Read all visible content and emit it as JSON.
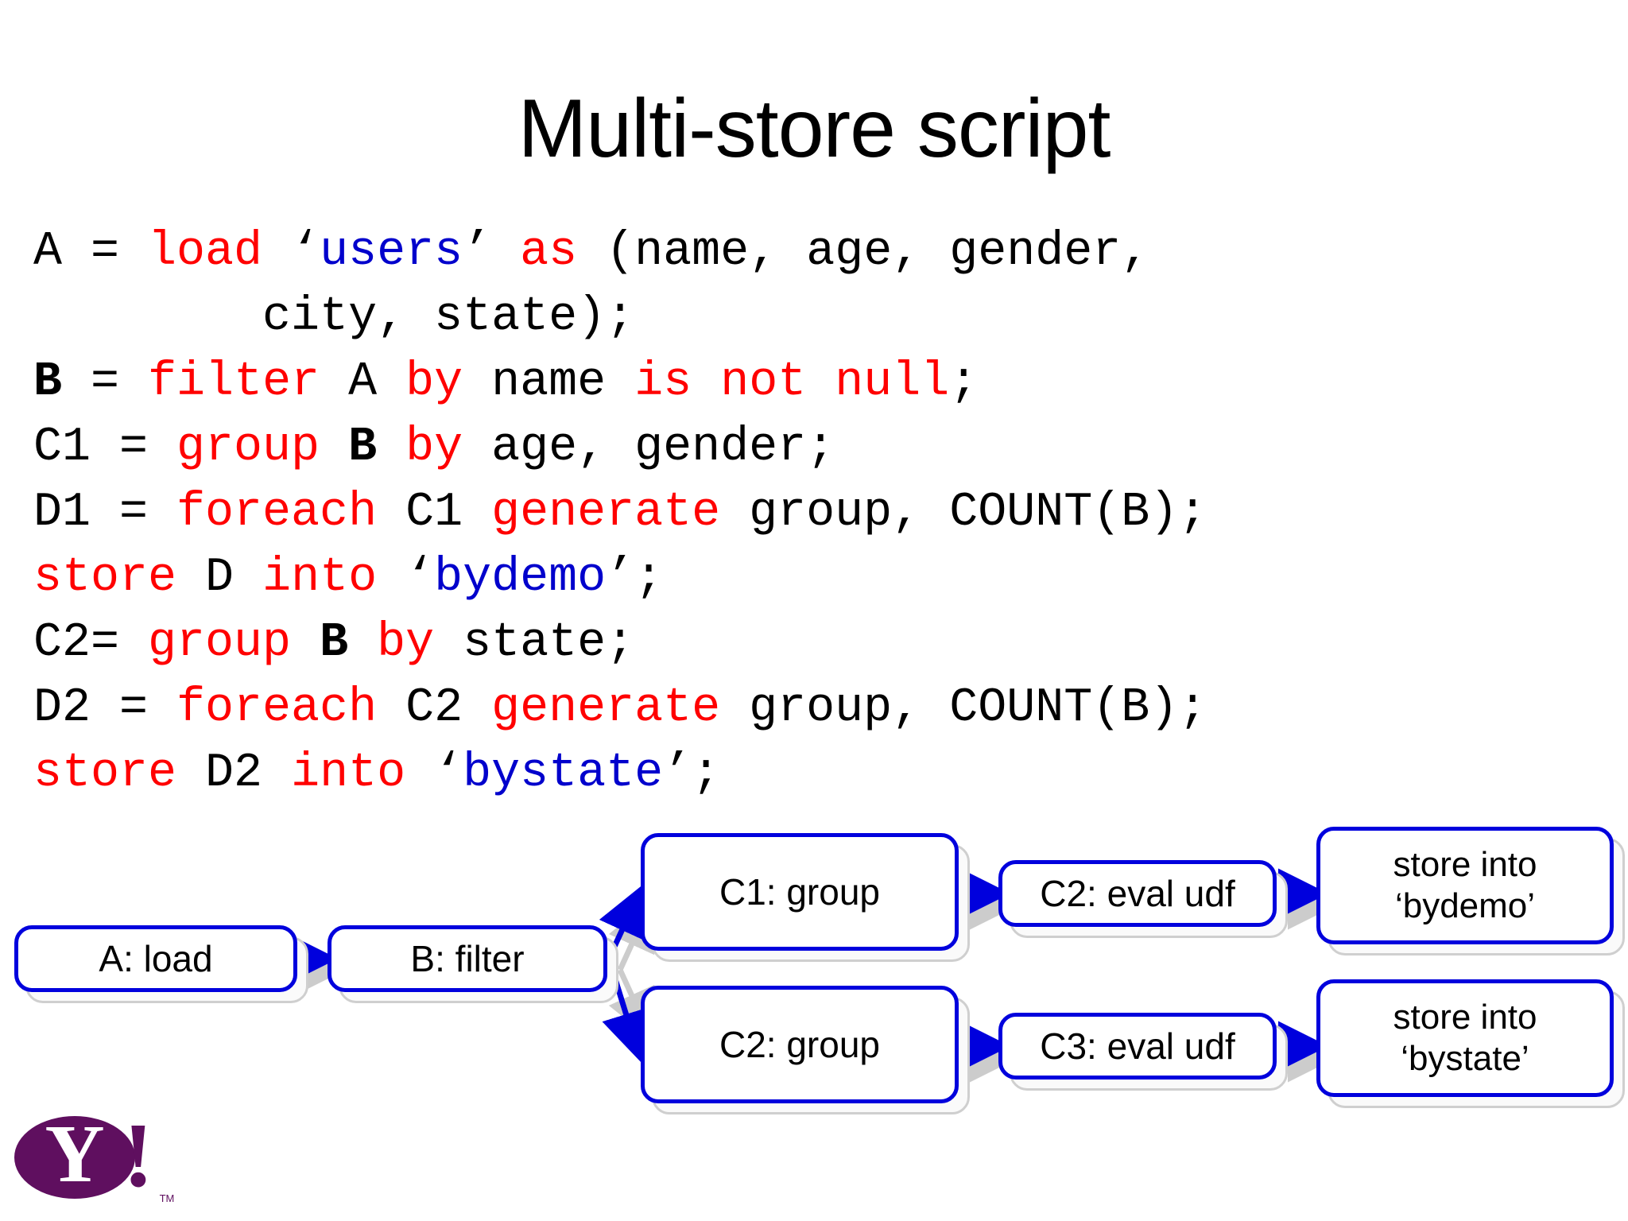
{
  "slide": {
    "title": "Multi-store script",
    "background": "#ffffff"
  },
  "colors": {
    "keyword": "#ff0000",
    "string": "#0000cc",
    "plain": "#000000",
    "node_border": "#0000dd",
    "node_shadow": "#cfcfcf",
    "logo_purple": "#5f0f5f"
  },
  "code": {
    "language": "Pig Latin",
    "lines": [
      {
        "id": "line-a",
        "text": "A = load ‘users’ as (name, age, gender,",
        "tokens": [
          {
            "t": "A = ",
            "k": "plain"
          },
          {
            "t": "load",
            "k": "keyword"
          },
          {
            "t": " ‘",
            "k": "plain"
          },
          {
            "t": "users",
            "k": "string"
          },
          {
            "t": "’ ",
            "k": "plain"
          },
          {
            "t": "as",
            "k": "keyword"
          },
          {
            "t": " (name, age, gender,",
            "k": "plain"
          }
        ]
      },
      {
        "id": "line-a-cont",
        "text": "        city, state);",
        "tokens": [
          {
            "t": "        city, state);",
            "k": "plain"
          }
        ]
      },
      {
        "id": "line-b",
        "text": "B = filter A by name is not null;",
        "tokens": [
          {
            "t": "B",
            "k": "bold"
          },
          {
            "t": " = ",
            "k": "plain"
          },
          {
            "t": "filter",
            "k": "keyword"
          },
          {
            "t": " A ",
            "k": "plain"
          },
          {
            "t": "by",
            "k": "keyword"
          },
          {
            "t": " name ",
            "k": "plain"
          },
          {
            "t": "is not null",
            "k": "keyword"
          },
          {
            "t": ";",
            "k": "plain"
          }
        ]
      },
      {
        "id": "line-c1",
        "text": "C1 = group B by age, gender;",
        "tokens": [
          {
            "t": "C1 = ",
            "k": "plain"
          },
          {
            "t": "group",
            "k": "keyword"
          },
          {
            "t": " ",
            "k": "plain"
          },
          {
            "t": "B",
            "k": "bold"
          },
          {
            "t": " ",
            "k": "plain"
          },
          {
            "t": "by",
            "k": "keyword"
          },
          {
            "t": " age, gender;",
            "k": "plain"
          }
        ]
      },
      {
        "id": "line-d1",
        "text": "D1 = foreach C1 generate group, COUNT(B);",
        "tokens": [
          {
            "t": "D1 = ",
            "k": "plain"
          },
          {
            "t": "foreach",
            "k": "keyword"
          },
          {
            "t": " C1 ",
            "k": "plain"
          },
          {
            "t": "generate",
            "k": "keyword"
          },
          {
            "t": " group, COUNT(B);",
            "k": "plain"
          }
        ]
      },
      {
        "id": "line-store1",
        "text": "store D into ‘bydemo’;",
        "tokens": [
          {
            "t": "store",
            "k": "keyword"
          },
          {
            "t": " D ",
            "k": "plain"
          },
          {
            "t": "into",
            "k": "keyword"
          },
          {
            "t": " ‘",
            "k": "plain"
          },
          {
            "t": "bydemo",
            "k": "string"
          },
          {
            "t": "’;",
            "k": "plain"
          }
        ]
      },
      {
        "id": "line-c2",
        "text": "C2= group B by state;",
        "tokens": [
          {
            "t": "C2= ",
            "k": "plain"
          },
          {
            "t": "group",
            "k": "keyword"
          },
          {
            "t": " ",
            "k": "plain"
          },
          {
            "t": "B",
            "k": "bold"
          },
          {
            "t": " ",
            "k": "plain"
          },
          {
            "t": "by",
            "k": "keyword"
          },
          {
            "t": " state;",
            "k": "plain"
          }
        ]
      },
      {
        "id": "line-d2",
        "text": "D2 = foreach C2 generate group, COUNT(B);",
        "tokens": [
          {
            "t": "D2 = ",
            "k": "plain"
          },
          {
            "t": "foreach",
            "k": "keyword"
          },
          {
            "t": " C2 ",
            "k": "plain"
          },
          {
            "t": "generate",
            "k": "keyword"
          },
          {
            "t": " group, COUNT(B);",
            "k": "plain"
          }
        ]
      },
      {
        "id": "line-store2",
        "text": "store D2 into ‘bystate’;",
        "tokens": [
          {
            "t": "store",
            "k": "keyword"
          },
          {
            "t": " D2 ",
            "k": "plain"
          },
          {
            "t": "into",
            "k": "keyword"
          },
          {
            "t": " ‘",
            "k": "plain"
          },
          {
            "t": "bystate",
            "k": "string"
          },
          {
            "t": "’;",
            "k": "plain"
          }
        ]
      }
    ]
  },
  "diagram": {
    "nodes": [
      {
        "id": "a-load",
        "label": "A: load"
      },
      {
        "id": "b-filter",
        "label": "B: filter"
      },
      {
        "id": "c1-group",
        "label": "C1: group"
      },
      {
        "id": "c2-eval-udf",
        "label": "C2: eval udf"
      },
      {
        "id": "store-bydemo",
        "label": "store into ‘bydemo’"
      },
      {
        "id": "c2-group",
        "label": "C2: group"
      },
      {
        "id": "c3-eval-udf",
        "label": "C3: eval udf"
      },
      {
        "id": "store-bystate",
        "label": "store into ‘bystate’"
      }
    ]
  },
  "logo": {
    "alt": "Yahoo!",
    "wordmark": "Y",
    "bang": "!",
    "tm": "TM"
  }
}
